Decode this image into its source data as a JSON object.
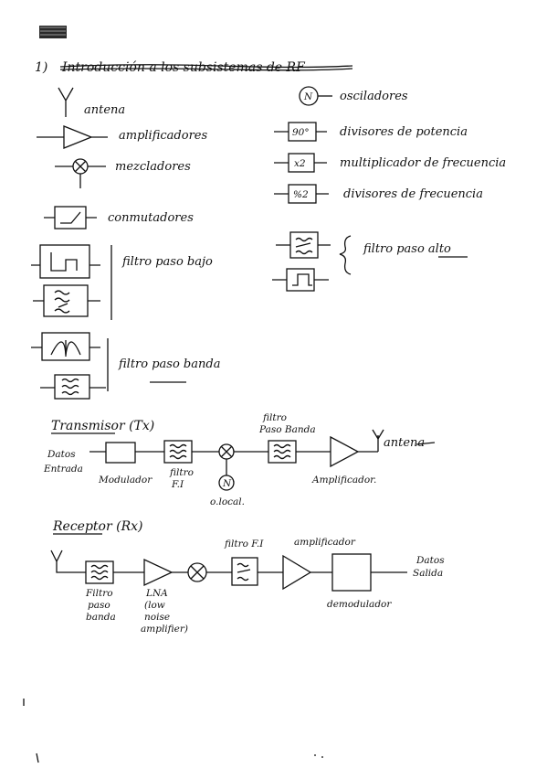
{
  "page": {
    "section_number": "1)",
    "section_title_struck": "Introducción a los subsistemas de RF"
  },
  "symbols": {
    "antena": "antena",
    "amplificadores": "amplificadores",
    "mezcladores": "mezcladores",
    "conmutadores": "conmutadores",
    "filtro_paso_bajo": "filtro paso bajo",
    "filtro_paso_banda": "filtro paso banda",
    "osciladores": "osciladores",
    "osc_glyph": "N",
    "divisores_potencia": "divisores de potencia",
    "div_glyph": "90°",
    "multiplicador": "multiplicador de frecuencia",
    "mult_glyph": "x2",
    "divisores_frecuencia": "divisores de frecuencia",
    "divf_glyph": "%2",
    "filtro_paso_alto": "filtro paso alto"
  },
  "transmisor": {
    "title": "Transmisor (Tx)",
    "datos_entrada_1": "Datos",
    "datos_entrada_2": "Entrada",
    "modulador": "Modulador",
    "filtro_fi_1": "filtro",
    "filtro_fi_2": "F.I",
    "osc_glyph": "N",
    "o_local": "o.local.",
    "filtro_pb_1": "filtro",
    "filtro_pb_2": "Paso Banda",
    "amplificador": "Amplificador.",
    "antena": "antena"
  },
  "receptor": {
    "title": "Receptor (Rx)",
    "filtro_pb_1": "Filtro",
    "filtro_pb_2": "paso",
    "filtro_pb_3": "banda",
    "lna_1": "LNA",
    "lna_2": "(low",
    "lna_3": "noise",
    "lna_4": "amplifier)",
    "filtro_fi": "filtro F.I",
    "amplificador": "amplificador",
    "demodulador": "demodulador",
    "datos_salida_1": "Datos",
    "datos_salida_2": "Salida"
  }
}
